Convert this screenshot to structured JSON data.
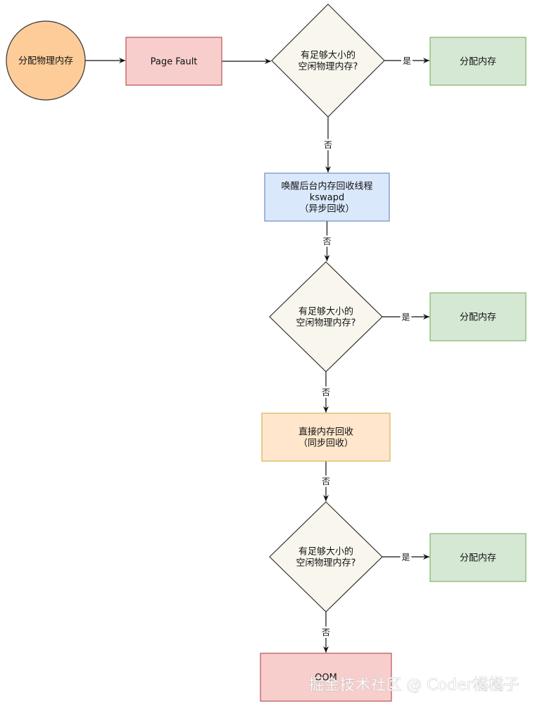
{
  "colors": {
    "start_fill": "#fdcc99",
    "start_stroke": "#333333",
    "red_fill": "#f8cecc",
    "red_stroke": "#b85450",
    "decision_fill": "#f9f7ed",
    "decision_stroke": "#333333",
    "green_fill": "#d5e8d4",
    "green_stroke": "#82b366",
    "blue_fill": "#dae8fc",
    "blue_stroke": "#6c8ebf",
    "orange_fill": "#ffe6cc",
    "orange_stroke": "#d6b656",
    "edge": "#111111"
  },
  "nodes": {
    "start": {
      "lines": [
        "分配物理内存"
      ]
    },
    "page_fault": {
      "lines": [
        "Page Fault"
      ]
    },
    "decision1": {
      "lines": [
        "有足够大小的",
        "空闲物理内存?"
      ]
    },
    "alloc1": {
      "lines": [
        "分配内存"
      ]
    },
    "kswapd": {
      "lines": [
        "唤醒后台内存回收线程",
        "kswapd",
        "（异步回收）"
      ]
    },
    "decision2": {
      "lines": [
        "有足够大小的",
        "空闲物理内存?"
      ]
    },
    "alloc2": {
      "lines": [
        "分配内存"
      ]
    },
    "direct": {
      "lines": [
        "直接内存回收",
        "（同步回收）"
      ]
    },
    "decision3": {
      "lines": [
        "有足够大小的",
        "空闲物理内存?"
      ]
    },
    "alloc3": {
      "lines": [
        "分配内存"
      ]
    },
    "oom": {
      "lines": [
        "OOM"
      ]
    }
  },
  "edges": [
    {
      "from": "start",
      "to": "page_fault",
      "label": ""
    },
    {
      "from": "page_fault",
      "to": "decision1",
      "label": ""
    },
    {
      "from": "decision1",
      "to": "alloc1",
      "label": "是"
    },
    {
      "from": "decision1",
      "to": "kswapd",
      "label": "否"
    },
    {
      "from": "kswapd",
      "to": "decision2",
      "label": "否"
    },
    {
      "from": "decision2",
      "to": "alloc2",
      "label": "是"
    },
    {
      "from": "decision2",
      "to": "direct",
      "label": "否"
    },
    {
      "from": "direct",
      "to": "decision3",
      "label": "否"
    },
    {
      "from": "decision3",
      "to": "alloc3",
      "label": "是"
    },
    {
      "from": "decision3",
      "to": "oom",
      "label": "否"
    }
  ],
  "watermark": "掘金技术社区 @ Coder橘橘子"
}
